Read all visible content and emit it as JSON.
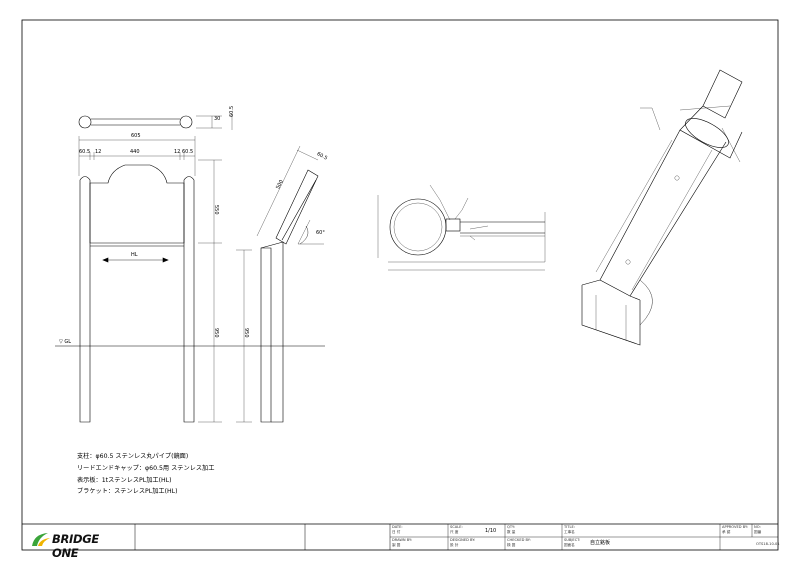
{
  "plan_view": {
    "dim_30": "30",
    "dim_60_5": "60.5"
  },
  "front_view": {
    "width_total": "605",
    "dim_60_5_left": "60.5",
    "dim_12_left": "12",
    "dim_440": "440",
    "dim_12_right": "12",
    "dim_60_5_right": "60.5",
    "hl_label": "HL",
    "dim_height_panel": "550",
    "dim_height_post": "950",
    "gl_label": "▽ GL"
  },
  "side_view": {
    "dim_60_5": "60.5",
    "dim_length": "500",
    "angle": "60°",
    "dim_height": "950"
  },
  "notes": [
    "支柱：φ60.5 ステンレス丸パイプ(鏡面)",
    "リードエンドキャップ：φ60.5用 ステンレス加工",
    "表示板：1tステンレスPL加工(HL)",
    "ブラケット：ステンレスPL加工(HL)"
  ],
  "title_block": {
    "logo_text": "BRIDGE ONE",
    "date_label": "DATE:",
    "date_value": "日 付",
    "scale_label": "SCALE:",
    "scale_sub": "尺 度",
    "scale_value": "1/10",
    "qty_label": "QTY:",
    "qty_value": "数 量",
    "title_label": "TITLE:",
    "title_sub": "工事名",
    "approved_label": "APPROVED BY:",
    "approved_sub": "承 認",
    "no_label": "NO:",
    "no_sub": "図番",
    "drawn_label": "DRAWN BY:",
    "drawn_sub": "製 図",
    "designed_label": "DESIGNED BY:",
    "designed_sub": "設 計",
    "checked_label": "CHECKED BY:",
    "checked_sub": "検 図",
    "subject_label": "SUBJECT:",
    "subject_sub": "図面名",
    "subject_value": "自立銘板",
    "drawing_number": "OTS18-10-01"
  },
  "colors": {
    "line": "#000000",
    "thin": "#444444",
    "logo_green": "#3aa43a",
    "logo_yellow": "#f0b400"
  }
}
